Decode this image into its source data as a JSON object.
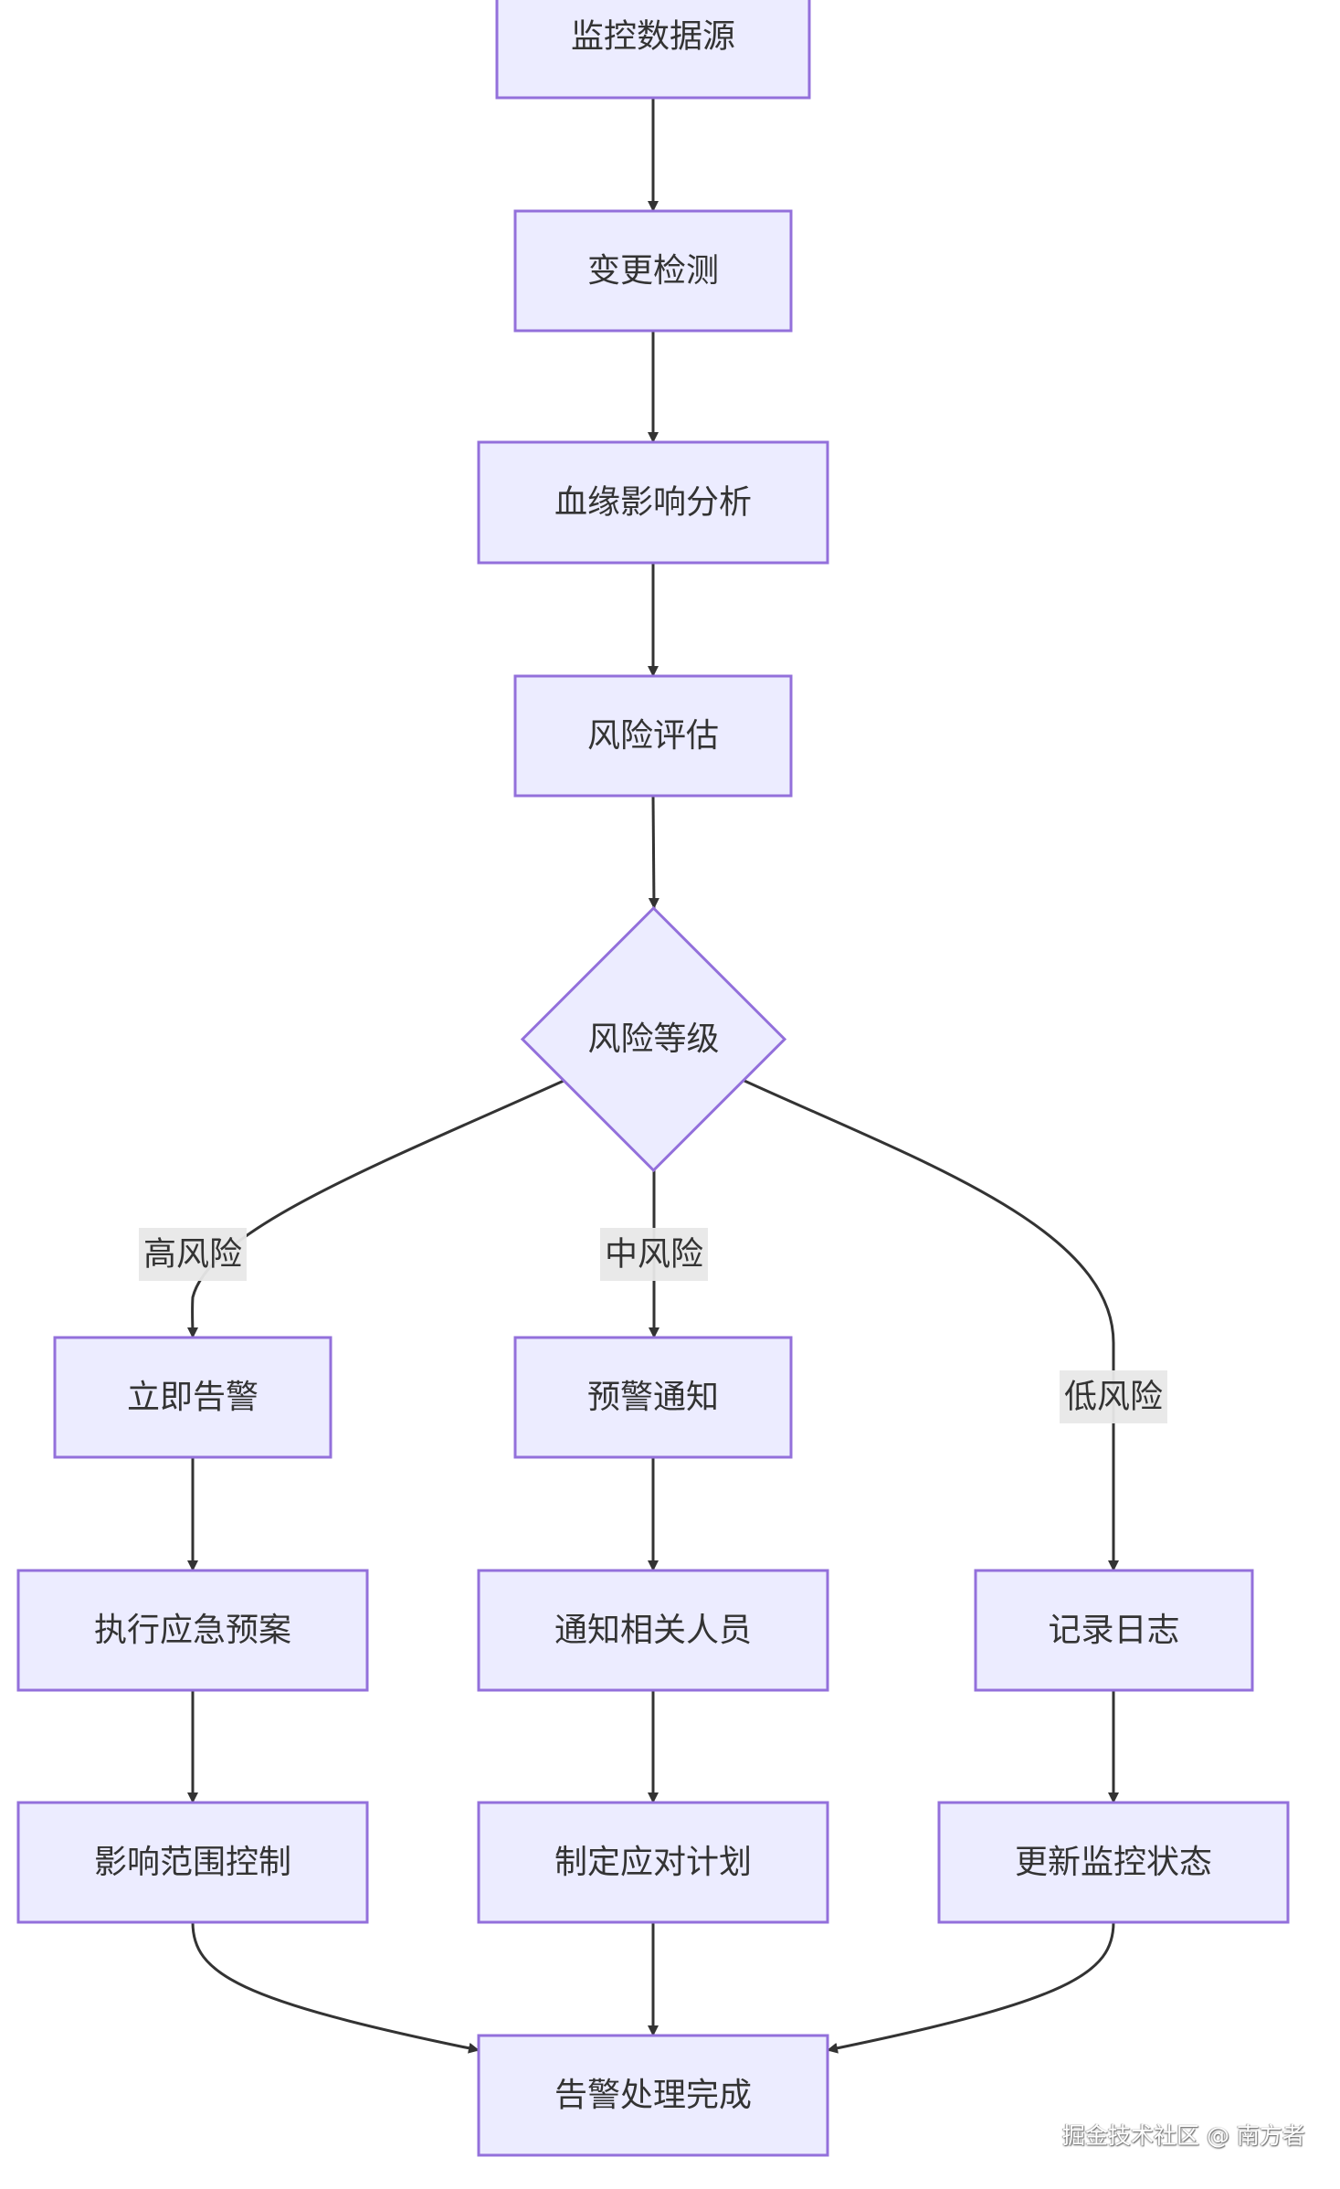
{
  "diagram": {
    "type": "flowchart",
    "direction": "top-down",
    "colors": {
      "node_fill": "#ECECFF",
      "node_stroke": "#9370DB",
      "edge": "#333333",
      "label_bg": "#E8E8E8",
      "text": "#333333"
    },
    "nodes": [
      {
        "id": "A",
        "label": "监控数据源",
        "shape": "rect"
      },
      {
        "id": "B",
        "label": "变更检测",
        "shape": "rect"
      },
      {
        "id": "C",
        "label": "血缘影响分析",
        "shape": "rect"
      },
      {
        "id": "D",
        "label": "风险评估",
        "shape": "rect"
      },
      {
        "id": "E",
        "label": "风险等级",
        "shape": "diamond"
      },
      {
        "id": "F",
        "label": "立即告警",
        "shape": "rect"
      },
      {
        "id": "G",
        "label": "执行应急预案",
        "shape": "rect"
      },
      {
        "id": "H",
        "label": "影响范围控制",
        "shape": "rect"
      },
      {
        "id": "I",
        "label": "预警通知",
        "shape": "rect"
      },
      {
        "id": "J",
        "label": "通知相关人员",
        "shape": "rect"
      },
      {
        "id": "K",
        "label": "制定应对计划",
        "shape": "rect"
      },
      {
        "id": "L",
        "label": "记录日志",
        "shape": "rect"
      },
      {
        "id": "M",
        "label": "更新监控状态",
        "shape": "rect"
      },
      {
        "id": "N",
        "label": "告警处理完成",
        "shape": "rect"
      }
    ],
    "edges": [
      {
        "from": "A",
        "to": "B",
        "label": ""
      },
      {
        "from": "B",
        "to": "C",
        "label": ""
      },
      {
        "from": "C",
        "to": "D",
        "label": ""
      },
      {
        "from": "D",
        "to": "E",
        "label": ""
      },
      {
        "from": "E",
        "to": "F",
        "label": "高风险"
      },
      {
        "from": "E",
        "to": "I",
        "label": "中风险"
      },
      {
        "from": "E",
        "to": "L",
        "label": "低风险"
      },
      {
        "from": "F",
        "to": "G",
        "label": ""
      },
      {
        "from": "G",
        "to": "H",
        "label": ""
      },
      {
        "from": "I",
        "to": "J",
        "label": ""
      },
      {
        "from": "J",
        "to": "K",
        "label": ""
      },
      {
        "from": "L",
        "to": "M",
        "label": ""
      },
      {
        "from": "H",
        "to": "N",
        "label": ""
      },
      {
        "from": "K",
        "to": "N",
        "label": ""
      },
      {
        "from": "M",
        "to": "N",
        "label": ""
      }
    ]
  },
  "watermark": "掘金技术社区 @ 南方者"
}
